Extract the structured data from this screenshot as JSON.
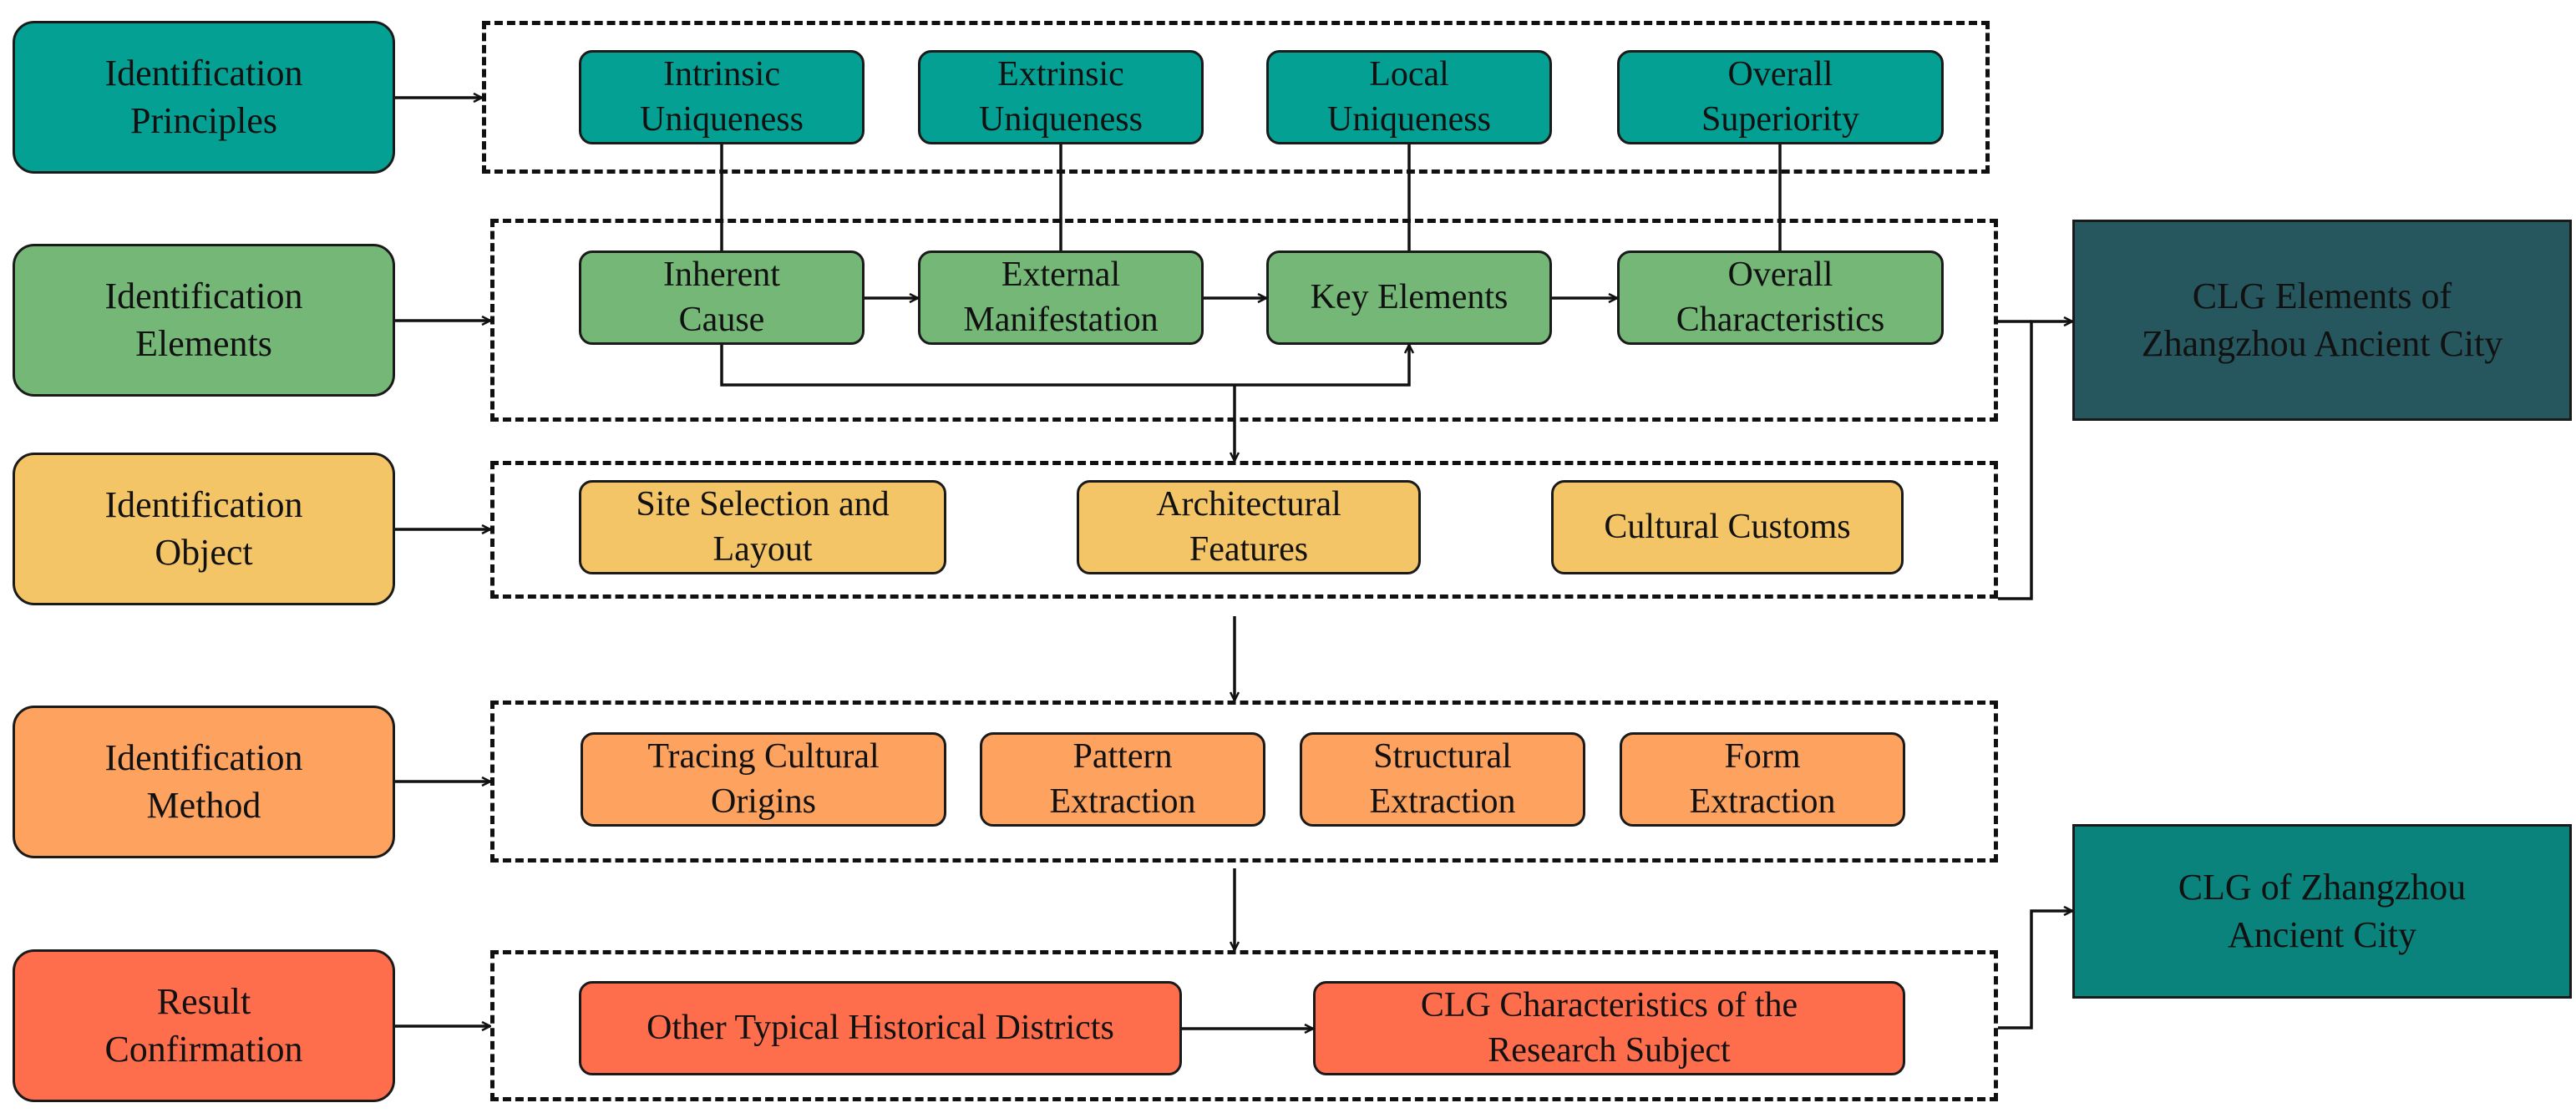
{
  "colors": {
    "teal": "#04A093",
    "green": "#74B777",
    "yellow": "#F3C566",
    "orange": "#FDA35F",
    "red": "#FE6E4C",
    "dark_slate": "#26575F",
    "dark_teal": "#0A837C"
  },
  "rows": {
    "principles": {
      "label": "Identification\nPrinciples",
      "items": [
        "Intrinsic\nUniqueness",
        "Extrinsic\nUniqueness",
        "Local\nUniqueness",
        "Overall\nSuperiority"
      ]
    },
    "elements": {
      "label": "Identification\nElements",
      "items": [
        "Inherent\nCause",
        "External\nManifestation",
        "Key Elements",
        "Overall\nCharacteristics"
      ]
    },
    "object": {
      "label": "Identification\nObject",
      "items": [
        "Site Selection and\nLayout",
        "Architectural\nFeatures",
        "Cultural Customs"
      ]
    },
    "method": {
      "label": "Identification\nMethod",
      "items": [
        "Tracing Cultural\nOrigins",
        "Pattern\nExtraction",
        "Structural\nExtraction",
        "Form\nExtraction"
      ]
    },
    "confirmation": {
      "label": "Result\nConfirmation",
      "items": [
        "Other Typical Historical Districts",
        "CLG Characteristics of the\nResearch Subject"
      ]
    }
  },
  "results": {
    "elements": "CLG Elements of\nZhangzhou Ancient City",
    "clg": "CLG of Zhangzhou\nAncient City"
  }
}
